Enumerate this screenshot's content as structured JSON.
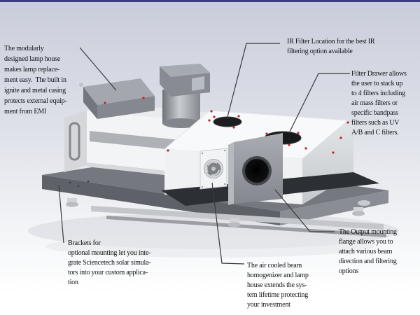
{
  "annotations": {
    "lamp_house": {
      "text": "The modularly\ndesigned lamp house\nmakes lamp replace-\nment easy.  The built in\nignite and metal casing\nprotects external equip-\nment from EMI"
    },
    "ir_filter": {
      "text": "IR Filter Location for the best IR\nfiltering option available"
    },
    "filter_drawer": {
      "text": "Filter Drawer allows\nthe user to stack up\nto 4 filters including\nair mass filters or\nspecific bandpass\nfilters such as UV\nA/B and C filters."
    },
    "brackets": {
      "text": "Brackets for\noptional mounting let you inte-\ngrate Sciencetech solar simula-\ntors into your custom applica-\ntion"
    },
    "beam_homogenizer": {
      "text": "The air cooled beam\nhomogenizer and lamp\nhouse extends the sys-\ntem lifetime protecting\nyour investment"
    },
    "output_flange": {
      "text": "The Output mounting\nflange allows you to\nattach various beam\ndirection and filtering\noptions"
    }
  },
  "colors": {
    "top_border": "#3b3b8e",
    "background_top": "#cfd3de",
    "background_bottom": "#ffffff",
    "leader_line": "#3a3a3a",
    "corner_marker_red": "#c42020",
    "machine_body_white": "#f3f4f5",
    "base_gray": "#75797f",
    "opening_dark": "#17191b"
  }
}
